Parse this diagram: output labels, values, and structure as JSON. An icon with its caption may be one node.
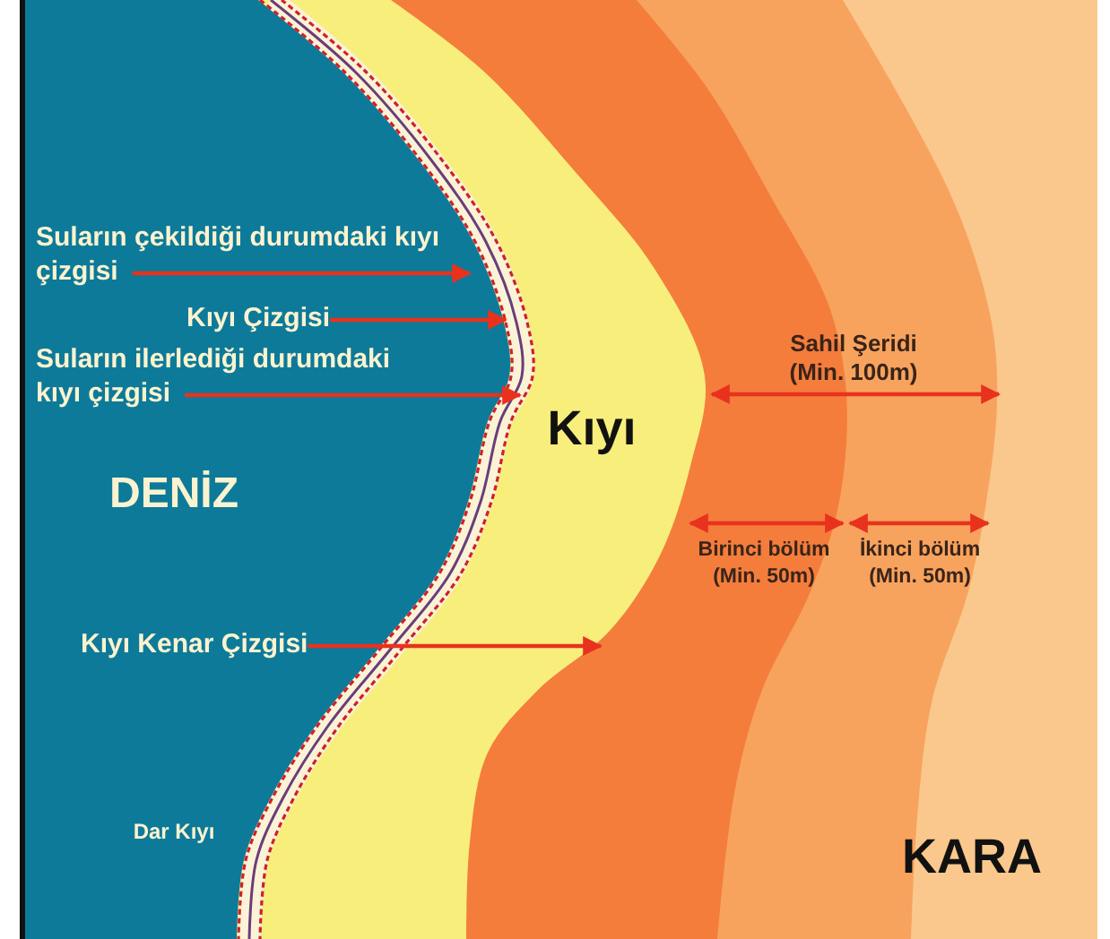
{
  "diagram": {
    "nodes": [
      {
        "text": [
          "Suların çekildiği durumdaki kıyı çizgisi"
        ]
      },
      {
        "text": [
          "Kıyı Çizgisi"
        ]
      },
      {
        "text": [
          "Suların ilerlediği durumdaki kıyı çizgisi"
        ]
      },
      {
        "text": [
          "Kıyı Kenar Çizgisi"
        ]
      }
    ],
    "edges": [
      {
        "from": 0,
        "to": null,
        "arrow": "to"
      },
      {
        "from": 1,
        "to": null,
        "arrow": "to"
      },
      {
        "from": 2,
        "to": null,
        "arrow": "to"
      },
      {
        "from": 3,
        "to": null,
        "arrow": "to"
      }
    ],
    "labels": [
      "DENİZ",
      "Kıyı",
      "Sahil Şeridi",
      "(Min. 100m)",
      "Birinci bölüm",
      "(Min. 50m)",
      "İkinci bölüm",
      "(Min. 50m)",
      "Dar Kıyı",
      "KARA"
    ]
  }
}
